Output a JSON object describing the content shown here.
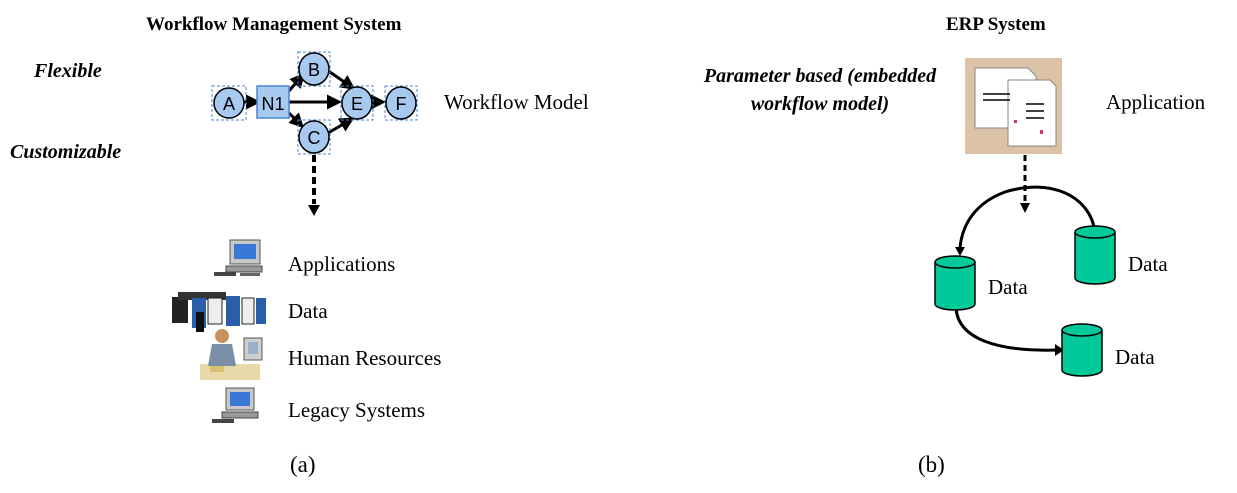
{
  "panel_a": {
    "title": "Workflow Management System",
    "left_labels": [
      "Flexible",
      "Customizable"
    ],
    "model_label": "Workflow Model",
    "nodes": [
      "A",
      "N1",
      "B",
      "C",
      "E",
      "F"
    ],
    "resources": [
      "Applications",
      "Data",
      "Human Resources",
      "Legacy Systems"
    ],
    "caption": "(a)"
  },
  "panel_b": {
    "title": "ERP System",
    "param_text": "Parameter based (embedded workflow model)",
    "application_label": "Application",
    "data_labels": [
      "Data",
      "Data",
      "Data"
    ],
    "caption": "(b)"
  },
  "colors": {
    "node_fill": "#a7c8ef",
    "node_highlight": "#4a86d8",
    "db_fill": "#00c99a",
    "app_bg": "#dcc2a6"
  }
}
